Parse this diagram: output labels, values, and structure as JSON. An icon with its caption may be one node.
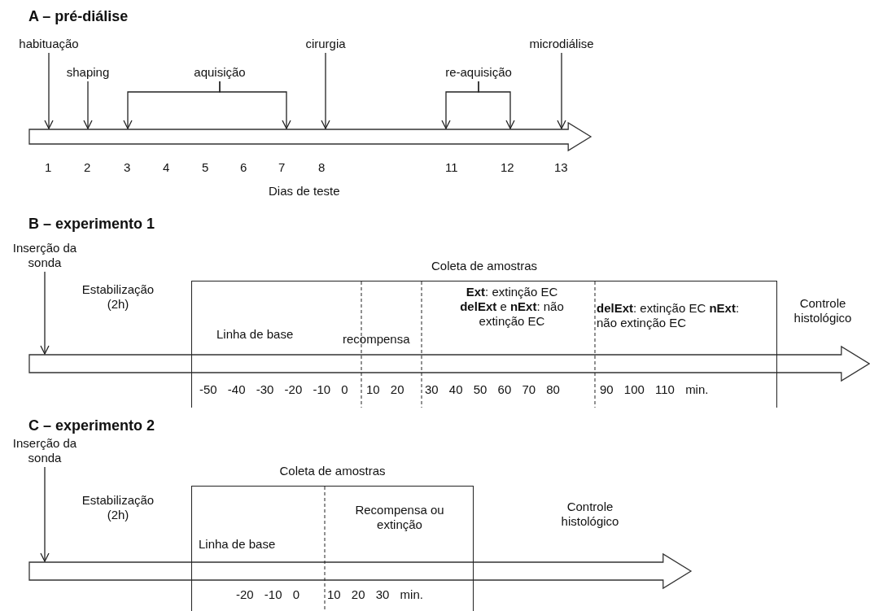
{
  "diagram": {
    "nodes": [
      {
        "text": [
          "habituação"
        ]
      },
      {
        "text": [
          "shaping"
        ]
      },
      {
        "text": [
          "aquisição"
        ]
      },
      {
        "text": [
          "cirurgia"
        ]
      },
      {
        "text": [
          "re-aquisição"
        ]
      },
      {
        "text": [
          "microdiálise"
        ]
      },
      {
        "text": [],
        "shape": "bar"
      },
      {
        "text": [
          "Inserção da sonda"
        ]
      },
      {
        "text": [
          "Coleta de amostras",
          "Linha de base",
          "recompensa",
          "**Ext**: extinção EC **delExt** e **nExt**: não extinção EC",
          "**delExt**: extinção EC **nExt**: não extinção EC"
        ]
      },
      {
        "text": [],
        "shape": "bar"
      },
      {
        "text": [
          "Inserção da sonda"
        ]
      },
      {
        "text": [
          "Coleta de amostras",
          "Linha de base",
          "Recompensa ou extinção"
        ]
      },
      {
        "text": [],
        "shape": "bar"
      }
    ],
    "edges": [
      {
        "from": 0,
        "to": 6,
        "arrow": "to"
      },
      {
        "from": 1,
        "to": 6,
        "arrow": "to"
      },
      {
        "from": 2,
        "to": 6,
        "arrow": "to"
      },
      {
        "from": 2,
        "to": 6,
        "arrow": "to"
      },
      {
        "from": 3,
        "to": 6,
        "arrow": "to"
      },
      {
        "from": 4,
        "to": 6,
        "arrow": "to"
      },
      {
        "from": 4,
        "to": 6,
        "arrow": "to"
      },
      {
        "from": 5,
        "to": 6,
        "arrow": "to"
      },
      {
        "from": 7,
        "to": 9,
        "arrow": "to"
      },
      {
        "from": 10,
        "to": 12,
        "arrow": "to"
      }
    ],
    "labels": [
      "A – pré-diálise",
      "1",
      "2",
      "3",
      "4",
      "5",
      "6",
      "7",
      "8",
      "11",
      "12",
      "13",
      "Dias de teste",
      "B – experimento 1",
      "Estabilização (2h)",
      "-50 -40 -30 -20 -10 0",
      "10 20",
      "30 40 50 60 70 80",
      "90 100 110 min.",
      "Controle histológico",
      "C – experimento 2",
      "Estabilização (2h)",
      "-20 -10 0",
      "10 20 30 min.",
      "Controle histológico"
    ]
  }
}
